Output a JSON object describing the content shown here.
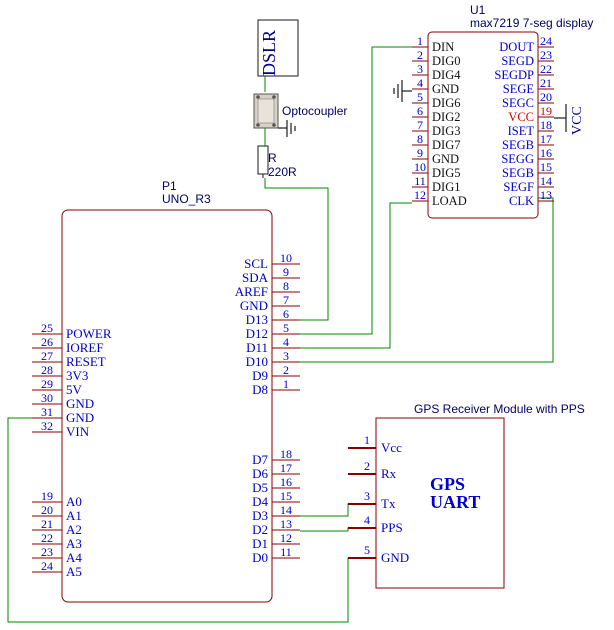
{
  "dslr": {
    "label": "DSLR"
  },
  "optocoupler": {
    "label": "Optocoupler"
  },
  "resistor": {
    "ref": "R",
    "value": "220R"
  },
  "u1": {
    "ref": "U1",
    "name": "max7219 7-seg display",
    "left_pins": [
      {
        "num": "1",
        "name": "DIN"
      },
      {
        "num": "2",
        "name": "DIG0"
      },
      {
        "num": "3",
        "name": "DIG4"
      },
      {
        "num": "4",
        "name": "GND"
      },
      {
        "num": "5",
        "name": "DIG6"
      },
      {
        "num": "6",
        "name": "DIG2"
      },
      {
        "num": "7",
        "name": "DIG3"
      },
      {
        "num": "8",
        "name": "DIG7"
      },
      {
        "num": "9",
        "name": "GND"
      },
      {
        "num": "10",
        "name": "DIG5"
      },
      {
        "num": "11",
        "name": "DIG1"
      },
      {
        "num": "12",
        "name": "LOAD"
      }
    ],
    "right_pins": [
      {
        "num": "24",
        "name": "DOUT"
      },
      {
        "num": "23",
        "name": "SEGD"
      },
      {
        "num": "22",
        "name": "SEGDP"
      },
      {
        "num": "21",
        "name": "SEGE"
      },
      {
        "num": "20",
        "name": "SEGC"
      },
      {
        "num": "19",
        "name": "VCC"
      },
      {
        "num": "18",
        "name": "ISET"
      },
      {
        "num": "17",
        "name": "SEGB"
      },
      {
        "num": "16",
        "name": "SEGG"
      },
      {
        "num": "15",
        "name": "SEGB"
      },
      {
        "num": "14",
        "name": "SEGF"
      },
      {
        "num": "13",
        "name": "CLK"
      }
    ]
  },
  "vcc_label": "VCC",
  "p1": {
    "ref": "P1",
    "name": "UNO_R3",
    "left_pins": [
      {
        "num": "25",
        "name": "POWER"
      },
      {
        "num": "26",
        "name": "IOREF"
      },
      {
        "num": "27",
        "name": "RESET"
      },
      {
        "num": "28",
        "name": "3V3"
      },
      {
        "num": "29",
        "name": "5V"
      },
      {
        "num": "30",
        "name": "GND"
      },
      {
        "num": "31",
        "name": "GND"
      },
      {
        "num": "32",
        "name": "VIN"
      }
    ],
    "left_analog": [
      {
        "num": "19",
        "name": "A0"
      },
      {
        "num": "20",
        "name": "A1"
      },
      {
        "num": "21",
        "name": "A2"
      },
      {
        "num": "22",
        "name": "A3"
      },
      {
        "num": "23",
        "name": "A4"
      },
      {
        "num": "24",
        "name": "A5"
      }
    ],
    "right_top": [
      {
        "num": "10",
        "name": "SCL"
      },
      {
        "num": "9",
        "name": "SDA"
      },
      {
        "num": "8",
        "name": "AREF"
      },
      {
        "num": "7",
        "name": "GND"
      },
      {
        "num": "6",
        "name": "D13"
      },
      {
        "num": "5",
        "name": "D12"
      },
      {
        "num": "4",
        "name": "D11"
      },
      {
        "num": "3",
        "name": "D10"
      },
      {
        "num": "2",
        "name": "D9"
      },
      {
        "num": "1",
        "name": "D8"
      }
    ],
    "right_bottom": [
      {
        "num": "18",
        "name": "D7"
      },
      {
        "num": "17",
        "name": "D6"
      },
      {
        "num": "16",
        "name": "D5"
      },
      {
        "num": "15",
        "name": "D4"
      },
      {
        "num": "14",
        "name": "D3"
      },
      {
        "num": "13",
        "name": "D2"
      },
      {
        "num": "12",
        "name": "D1"
      },
      {
        "num": "11",
        "name": "D0"
      }
    ]
  },
  "gps": {
    "title": "GPS Receiver Module with PPS",
    "body_line1": "GPS",
    "body_line2": "UART",
    "pins": [
      {
        "num": "1",
        "name": "Vcc"
      },
      {
        "num": "2",
        "name": "Rx"
      },
      {
        "num": "3",
        "name": "Tx"
      },
      {
        "num": "4",
        "name": "PPS"
      },
      {
        "num": "5",
        "name": "GND"
      }
    ]
  }
}
